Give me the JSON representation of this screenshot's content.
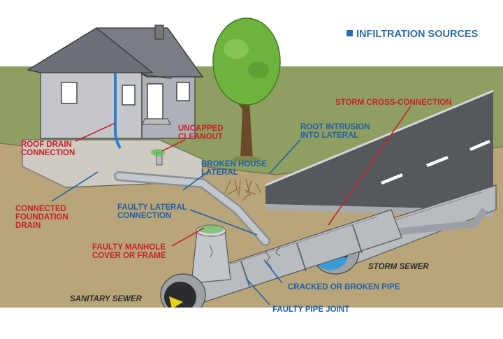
{
  "title": "INFILTRATION SOURCES",
  "colors": {
    "title": "#2b6cb0",
    "red_labels": "#c8202a",
    "blue_labels": "#1f5fa6",
    "ground": "#8f9f62",
    "soil": "#b9a57a",
    "pipe": "#b8bcc0",
    "storm_water": "#3b9ad9",
    "sanitary_flow": "#e6d21c"
  },
  "labels": {
    "roof_drain_line1": "ROOF DRAIN",
    "roof_drain_line2": "CONNECTION",
    "uncapped_cleanout_line1": "UNCAPPED",
    "uncapped_cleanout_line2": "CLEANOUT",
    "root_intrusion_line1": "ROOT INTRUSION",
    "root_intrusion_line2": "INTO LATERAL",
    "storm_cross": "STORM CROSS-CONNECTION",
    "broken_lateral_line1": "BROKEN HOUSE",
    "broken_lateral_line2": "LATERAL",
    "connected_foundation_line1": "CONNECTED",
    "connected_foundation_line2": "FOUNDATION",
    "connected_foundation_line3": "DRAIN",
    "faulty_lateral_line1": "FAULTY LATERAL",
    "faulty_lateral_line2": "CONNECTION",
    "faulty_manhole_line1": "FAULTY MANHOLE",
    "faulty_manhole_line2": "COVER OR FRAME",
    "storm_sewer": "STORM SEWER",
    "sanitary_sewer": "SANITARY SEWER",
    "cracked_pipe": "CRACKED OR BROKEN PIPE",
    "faulty_joint": "FAULTY PIPE JOINT"
  }
}
